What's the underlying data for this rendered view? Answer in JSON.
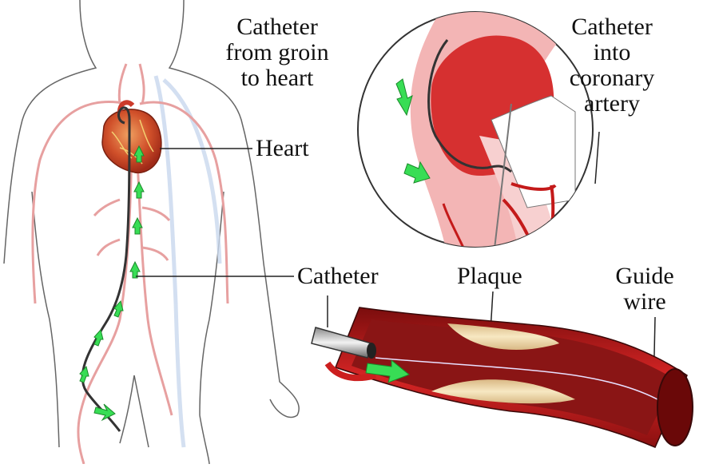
{
  "labels": {
    "groin": [
      "Catheter",
      "from groin",
      "to heart"
    ],
    "coronary": [
      "Catheter",
      "into",
      "coronary",
      "artery"
    ],
    "heart": "Heart",
    "catheter": "Catheter",
    "plaque": "Plaque",
    "guide_wire": [
      "Guide",
      "wire"
    ]
  },
  "colors": {
    "artery_red": "#cc1f1f",
    "artery_light": "#f2a3a3",
    "plaque": "#f3dfae",
    "arrow_green": "#33dd55",
    "outline": "#555555",
    "catheter": "#3a3a3a",
    "vein_blue": "#c9d8ee"
  }
}
